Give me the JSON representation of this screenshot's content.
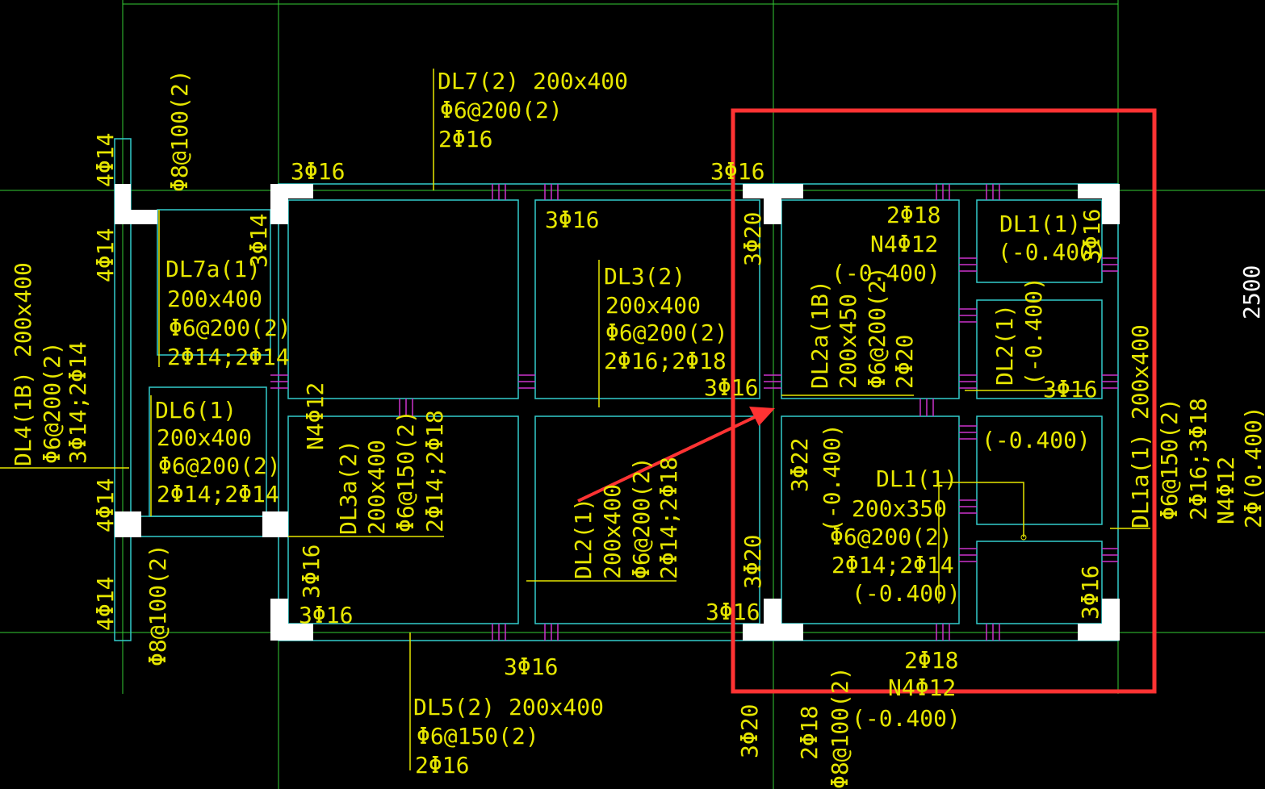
{
  "colors": {
    "background": "#000000",
    "axis": "#33cc33",
    "beam": "#33cccc",
    "stirrup": "#cc33cc",
    "column": "#ffffff",
    "text": "#e6e600",
    "highlight": "#ff3333"
  },
  "labels": {
    "dl7_1": "DL7(2) 200x400",
    "dl7_2": "Φ6@200(2)",
    "dl7_3": "2Φ16",
    "left_top_4phi14": "4Φ14",
    "phi8_100_top": "Φ8@100(2)",
    "top_3phi16_a": "3Φ16",
    "top_3phi16_b": "3Φ16",
    "left_3phi14": "3Φ14",
    "left_4phi14_mid": "4Φ14",
    "dl7a_1": "DL7a(1)",
    "dl7a_2": "200x400",
    "dl7a_3": "Φ6@200(2)",
    "dl7a_4": "2Φ14;2Φ14",
    "dl4_1": "DL4(1B) 200x400",
    "dl4_2": "Φ6@200(2)",
    "dl4_3": "3Φ14;2Φ14",
    "dl6_1": "DL6(1)",
    "dl6_2": "200x400",
    "dl6_3": "Φ6@200(2)",
    "dl6_4": "2Φ14;2Φ14",
    "n4phi12_left": "N4Φ12",
    "left_4phi14_low": "4Φ14",
    "left_4phi14_bot": "4Φ14",
    "phi8_100_bot": "Φ8@100(2)",
    "dl3a_1": "DL3a(2)",
    "dl3a_2": "200x400",
    "dl3a_3": "Φ6@150(2)",
    "dl3a_4": "2Φ14;2Φ18",
    "v_3phi16_left": "3Φ16",
    "b_3phi16_left": "3Φ16",
    "dl3_3phi16": "3Φ16",
    "dl3_1": "DL3(2)",
    "dl3_2": "200x400",
    "dl3_3": "Φ6@200(2)",
    "dl3_4": "2Φ16;2Φ18",
    "mid_3phi16": "3Φ16",
    "dl2_1": "DL2(1)",
    "dl2_2": "200x400",
    "dl2_3": "Φ6@200(2)",
    "dl2_4": "2Φ14;2Φ18",
    "mid_bot_3phi16": "3Φ16",
    "bot_3phi16": "3Φ16",
    "dl5_1": "DL5(2) 200x400",
    "dl5_2": "Φ6@150(2)",
    "dl5_3": "2Φ16",
    "v_3phi20_top": "3Φ20",
    "v_3phi20_bot": "3Φ20",
    "v_3phi20_far": "3Φ20",
    "r_2phi18": "2Φ18",
    "r_n4phi12": "N4Φ12",
    "r_m0400_a": "(-0.400)",
    "dl2a_1": "DL2a(1B)",
    "dl2a_2": "200x450",
    "dl2a_3": "Φ6@200(2)",
    "dl2a_4": "2Φ20",
    "dl1_top_1": "DL1(1)",
    "dl1_top_2": "(-0.400)",
    "r_3phi16_a": "3Φ16",
    "dl2r_1": "DL2(1)",
    "dl2r_2": "(-0.400)",
    "r_3phi16_b": "3Φ16",
    "dl1a_1": "DL1a(1) 200x400",
    "dl1a_2": "Φ6@150(2)",
    "dl1a_3": "2Φ16;3Φ18",
    "dl1a_4": "N4Φ12",
    "dl1a_5": "2Φ(0.400)",
    "r_m0400_b": "(-0.400)",
    "v_3phi22": "3Φ22",
    "v_m0400": "(-0.400)",
    "dl1_1": "DL1(1)",
    "dl1_2": "200x350",
    "dl1_3": "Φ6@200(2)",
    "dl1_4": "2Φ14;2Φ14",
    "dl1_5": "(-0.400)",
    "r_3phi16_c": "3Φ16",
    "b_2phi18": "2Φ18",
    "b_n4phi12": "N4Φ12",
    "b_m0400": "(-0.400)",
    "bot_2phi18": "2Φ18",
    "bot_phi8": "Φ8@100(2)",
    "dim_2500": "2500"
  }
}
